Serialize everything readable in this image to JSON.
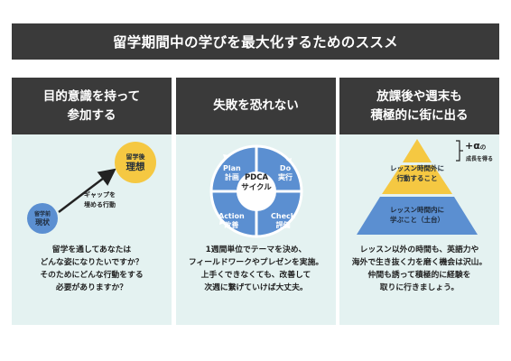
{
  "title": "留学期間中の学びを最大化するためのススメ",
  "panels": [
    {
      "heading": [
        "目的意識を持って",
        "参加する"
      ],
      "after_small": "留学後",
      "after_large": "理想",
      "before_small": "留学前",
      "before_large": "現状",
      "gap_label": [
        "ギャップを",
        "埋める行動"
      ],
      "body": [
        "留学を通してあなたは",
        "どんな姿になりたいですか？",
        "そのためにどんな行動をする",
        "必要がありますか？"
      ]
    },
    {
      "heading": [
        "失敗を恐れない"
      ],
      "center": [
        "PDCA",
        "サイクル"
      ],
      "segments": {
        "plan": [
          "Plan",
          "計画"
        ],
        "do": [
          "Do",
          "実行"
        ],
        "check": [
          "Check",
          "評価"
        ],
        "action": [
          "Action",
          "改善"
        ]
      },
      "body": [
        "1週間単位でテーマを決め、",
        "フィールドワークやプレゼンを実施。",
        "上手くできなくても、改善して",
        "次週に繋げていけば大丈夫。"
      ]
    },
    {
      "heading": [
        "放課後や週末も",
        "積極的に街に出る"
      ],
      "alpha_main": "+α",
      "alpha_suffix": "の",
      "alpha_sub": "成長を得る",
      "top_label": [
        "レッスン時間外に",
        "行動すること"
      ],
      "bottom_label": [
        "レッスン時間内に",
        "学ぶこと（土台）"
      ],
      "body": [
        "レッスン以外の時間も、英語力や",
        "海外で生き抜く力を磨く機会は沢山。",
        "仲間も誘って積極的に経験を",
        "取りに行きましょう。"
      ]
    }
  ],
  "colors": {
    "header_bg": "#3a3a3a",
    "panel_bg": "#e4f2f1",
    "blue": "#5b8fd1",
    "yellow": "#f5c842"
  }
}
